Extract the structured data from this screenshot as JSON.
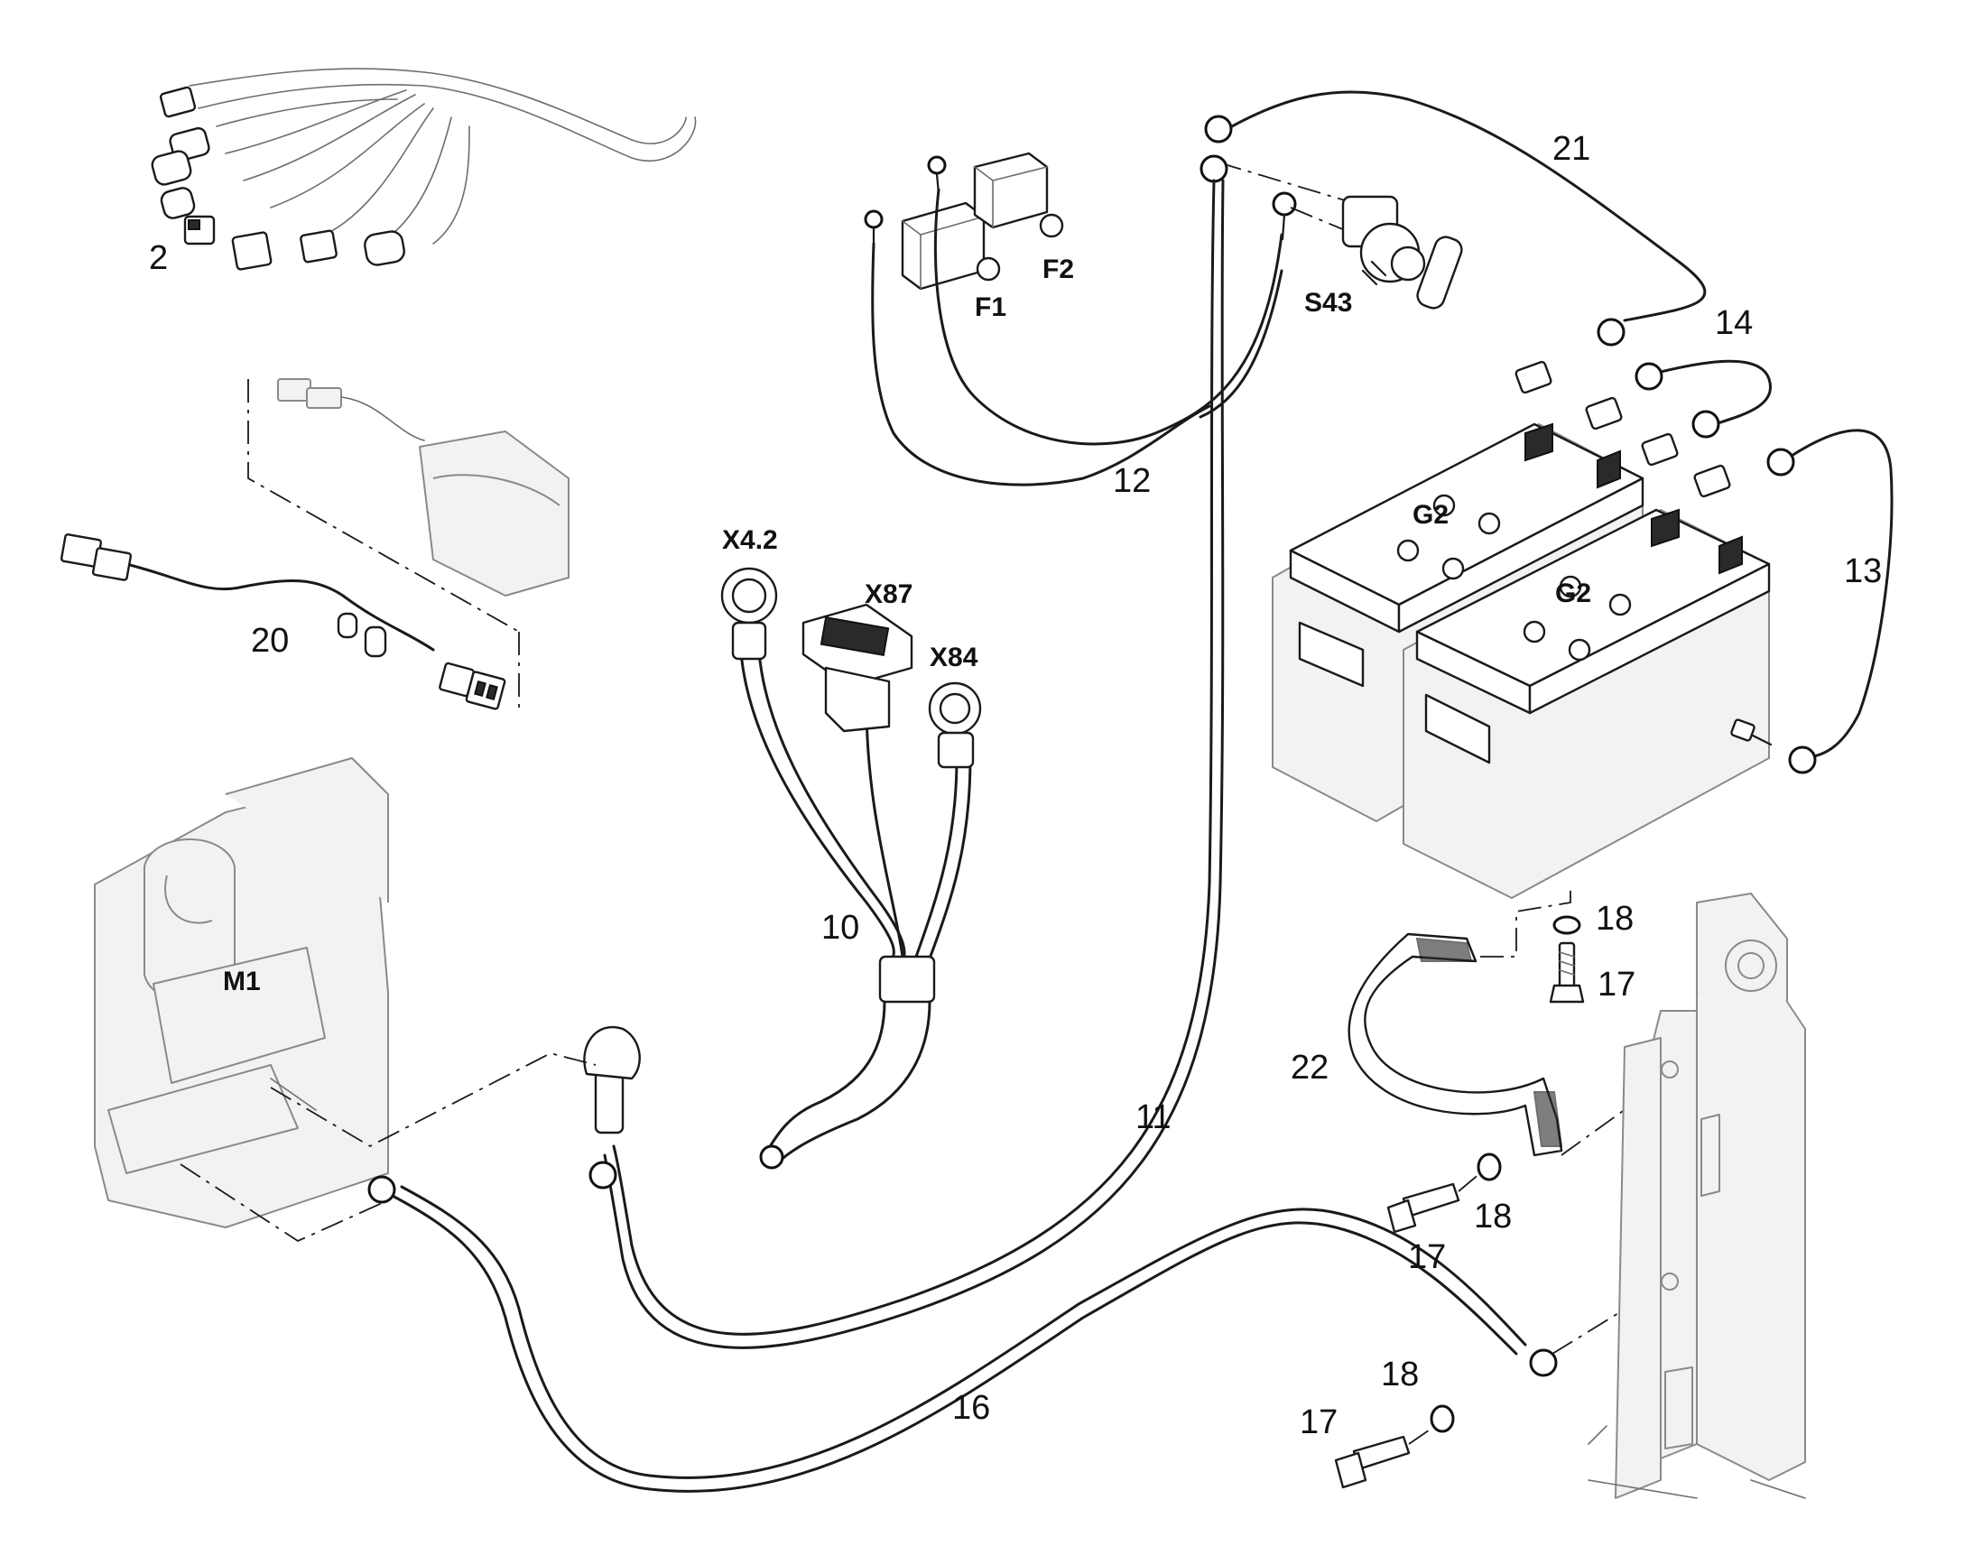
{
  "labels": {
    "l2": "2",
    "l10": "10",
    "l11": "11",
    "l12": "12",
    "l13": "13",
    "l14": "14",
    "l16": "16",
    "l17a": "17",
    "l17b": "17",
    "l17c": "17",
    "l18a": "18",
    "l18b": "18",
    "l18c": "18",
    "l20": "20",
    "l21": "21",
    "l22": "22",
    "f1": "F1",
    "f2": "F2",
    "s43": "S43",
    "x42": "X4.2",
    "x87": "X87",
    "x84": "X84",
    "g2a": "G2",
    "g2b": "G2",
    "m1": "M1"
  },
  "colors": {
    "line": "#1a1a1a",
    "background": "#ffffff",
    "ghost": "#8a8a8a"
  }
}
